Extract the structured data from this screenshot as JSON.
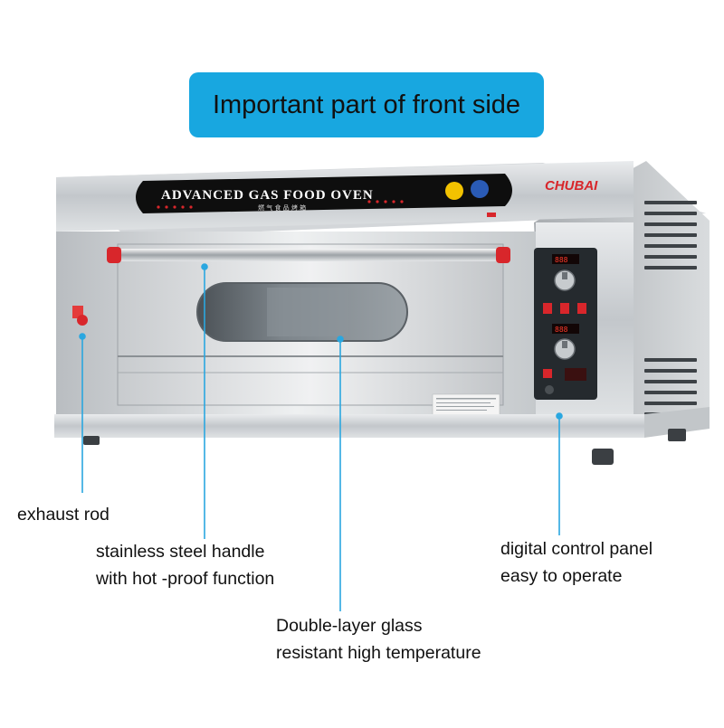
{
  "banner": {
    "title": "Important part of front side"
  },
  "oven": {
    "nameplate": "ADVANCED GAS FOOD OVEN",
    "nameplate_sub": "燃 气 食 品 烤 箱",
    "brand": "CHUBAI",
    "control_displays": [
      "888",
      "888"
    ]
  },
  "callouts": {
    "exhaust_rod": [
      "exhaust rod"
    ],
    "handle": [
      "stainless steel handle",
      "with hot -proof function"
    ],
    "glass": [
      "Double-layer glass",
      "resistant high temperature"
    ],
    "control_panel": [
      "digital control panel",
      "easy to operate"
    ]
  },
  "colors": {
    "banner_bg": "#18a7e0",
    "callout_line": "#2aa7e0",
    "steel": "#c9cccf",
    "handle_knob": "#d8262b"
  }
}
